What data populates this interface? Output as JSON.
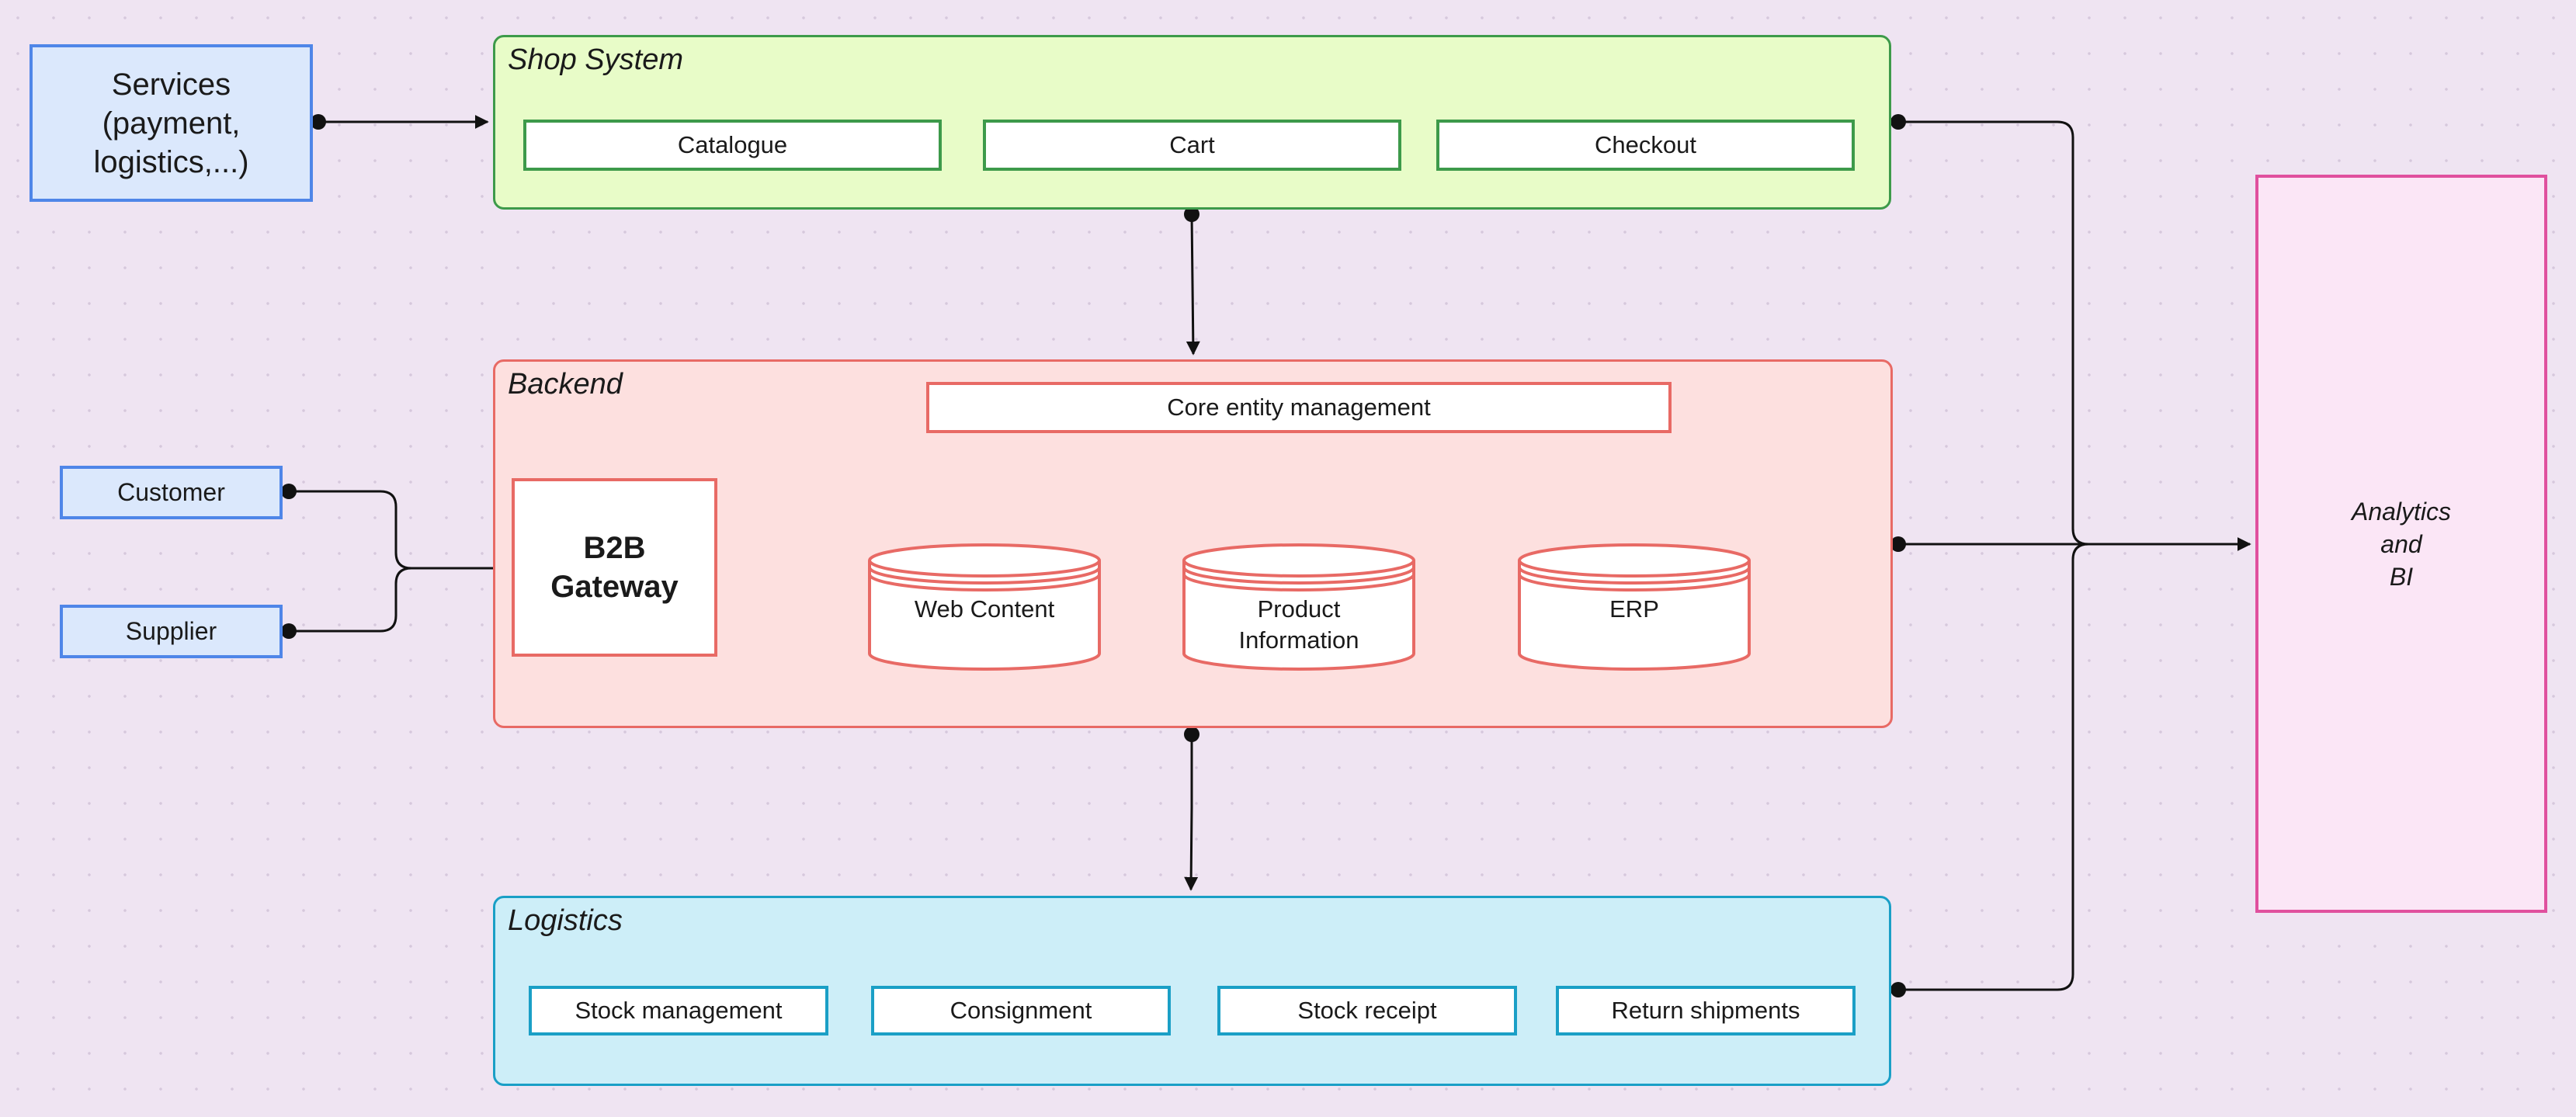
{
  "services": {
    "line1": "Services",
    "line2": "(payment,",
    "line3": "logistics,...)"
  },
  "shop": {
    "title": "Shop System",
    "items": [
      "Catalogue",
      "Cart",
      "Checkout"
    ]
  },
  "backend": {
    "title": "Backend",
    "core": "Core entity management",
    "gateway": {
      "line1": "B2B",
      "line2": "Gateway"
    },
    "databases": [
      {
        "line1": "Web Content",
        "line2": ""
      },
      {
        "line1": "Product",
        "line2": "Information"
      },
      {
        "line1": "ERP",
        "line2": ""
      }
    ]
  },
  "actors": {
    "customer": "Customer",
    "supplier": "Supplier"
  },
  "logistics": {
    "title": "Logistics",
    "items": [
      "Stock management",
      "Consignment",
      "Stock receipt",
      "Return shipments"
    ]
  },
  "analytics": {
    "line1": "Analytics",
    "line2": "and",
    "line3": "BI"
  },
  "colors": {
    "shop_fill": "#e8fcc8",
    "shop_border": "#3d9a4a",
    "backend_fill": "#fde0df",
    "backend_border": "#e86a65",
    "logistics_fill": "#cdeef8",
    "logistics_border": "#1a9fc6",
    "entity_fill": "#dbe8fc",
    "entity_border": "#4f86e8",
    "analytics_fill": "#fbe6f6",
    "analytics_border": "#e0509e"
  }
}
